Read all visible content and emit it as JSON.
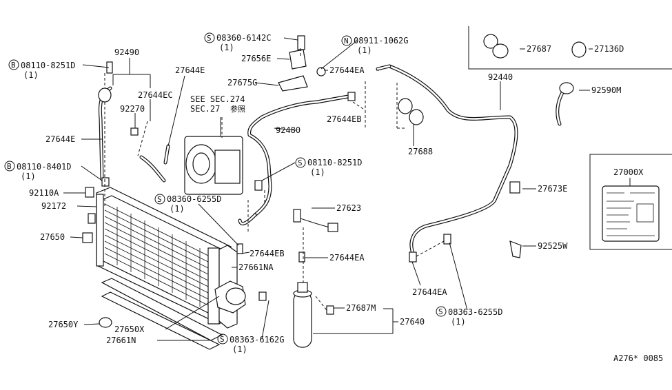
{
  "labels": {
    "p92490": "92490",
    "p27644E_a": "27644E",
    "p27644EC": "27644EC",
    "p92270": "92270",
    "p27644E_b": "27644E",
    "b08110_8251D_top": "08110-8251D",
    "q1_a": "(1)",
    "b08110_8401D": "08110-8401D",
    "q1_b": "(1)",
    "p92110A": "92110A",
    "p92172": "92172",
    "p27650": "27650",
    "p27650Y": "27650Y",
    "p27650X": "27650X",
    "p27661N": "27661N",
    "s08360_6142C": "08360-6142C",
    "q1_c": "(1)",
    "p27656E": "27656E",
    "p27675G": "27675G",
    "n08911_1062G": "08911-1062G",
    "q1_d": "(1)",
    "p27644EA_a": "27644EA",
    "see_sec_1": "SEE SEC.274",
    "see_sec_2": "SEC.27",
    "see_sec_kanji": "参照",
    "p92480": "92480",
    "p27644EB_a": "27644EB",
    "s08110_8251D": "08110-8251D",
    "q1_e": "(1)",
    "s08360_6255D": "08360-6255D",
    "q1_f": "(1)",
    "p27644EB_b": "27644EB",
    "p27661NA": "27661NA",
    "p27623": "27623",
    "p27644EA_b": "27644EA",
    "p27687M": "27687M",
    "p27640": "27640",
    "s08363_6162G": "08363-6162G",
    "q1_g": "(1)",
    "p27687": "27687",
    "p27136D": "27136D",
    "p92440": "92440",
    "p92590M": "92590M",
    "p27688": "27688",
    "p27000X": "27000X",
    "p27673E": "27673E",
    "p92525W": "92525W",
    "p27644EA_c": "27644EA",
    "s08363_6255D": "08363-6255D",
    "q1_h": "(1)",
    "diagram_code": "A276* 0085"
  },
  "symbols": {
    "bolt_b": "B",
    "screw_s": "S",
    "nut_n": "N"
  }
}
